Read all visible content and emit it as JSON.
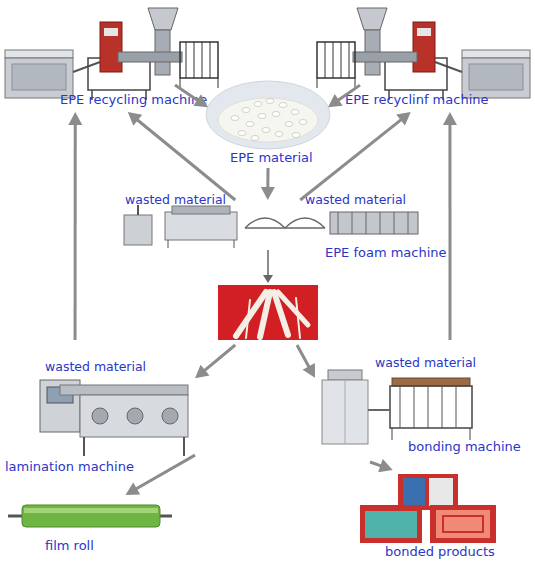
{
  "diagram": {
    "nodes": [
      {
        "text": [
          "EPE recycling machine"
        ]
      },
      {
        "text": [
          "EPE recyclinf machine"
        ]
      },
      {
        "text": [
          "EPE material"
        ]
      },
      {
        "text": [
          "EPE foam machine"
        ]
      },
      {
        "text": [
          "lamination machine"
        ]
      },
      {
        "text": [
          "bonding machine"
        ]
      },
      {
        "text": [
          "film roll"
        ]
      },
      {
        "text": [
          "bonded products"
        ]
      }
    ],
    "edges": [
      {
        "from": 0,
        "to": 2,
        "arrow": "to"
      },
      {
        "from": 1,
        "to": 2,
        "arrow": "to"
      },
      {
        "from": 2,
        "to": 3,
        "arrow": "to"
      },
      {
        "from": 3,
        "to": 0,
        "label": "wasted material",
        "arrow": "to"
      },
      {
        "from": 3,
        "to": 1,
        "label": "wasted material",
        "arrow": "to"
      },
      {
        "from": 3,
        "to": 4,
        "arrow": "to"
      },
      {
        "from": 3,
        "to": 5,
        "arrow": "to"
      },
      {
        "from": 4,
        "to": 0,
        "label": "wasted material",
        "arrow": "to"
      },
      {
        "from": 5,
        "to": 1,
        "label": "wasted material",
        "arrow": "to"
      },
      {
        "from": 4,
        "to": 6,
        "arrow": "to"
      },
      {
        "from": 5,
        "to": 7,
        "arrow": "to"
      }
    ]
  }
}
